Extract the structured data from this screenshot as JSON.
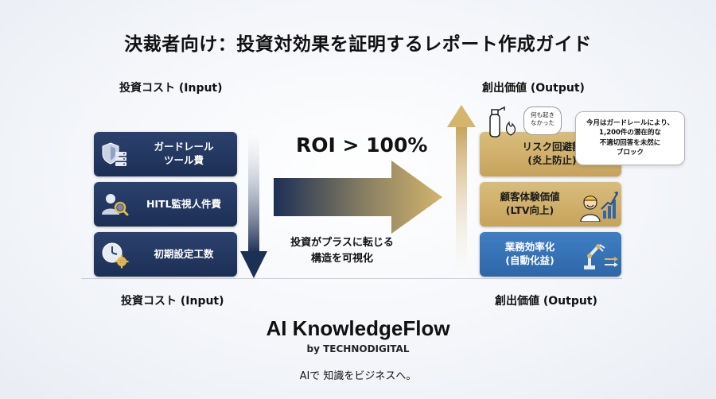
{
  "title": "決裁者向け：投資対効果を証明するレポート作成ガイド",
  "left": {
    "top_label": "投資コスト (Input)",
    "bottom_label": "投資コスト (Input)",
    "cards": [
      {
        "label_line1": "ガードレール",
        "label_line2": "ツール費",
        "icon": "shield-server-icon"
      },
      {
        "label_line1": "HITL監視人件費",
        "label_line2": "",
        "icon": "person-magnifier-icon"
      },
      {
        "label_line1": "初期設定工数",
        "label_line2": "",
        "icon": "clock-gear-icon"
      }
    ]
  },
  "right": {
    "top_label": "創出価値 (Output)",
    "bottom_label": "創出価値 (Output)",
    "cards": [
      {
        "label_line1": "リスク回避額",
        "label_line2": "(炎上防止)",
        "icon": "fire-extinguisher-icon"
      },
      {
        "label_line1": "顧客体験価値",
        "label_line2": "(LTV向上)",
        "icon": "happy-person-chart-icon"
      },
      {
        "label_line1": "業務効率化",
        "label_line2": "(自動化益)",
        "icon": "robot-arm-icon"
      }
    ]
  },
  "center": {
    "roi": "ROI > 100%",
    "note_line1": "投資がプラスに転じる",
    "note_line2": "構造を可視化"
  },
  "bubbles": {
    "small_line1": "何も起き",
    "small_line2": "なかった",
    "large_line1": "今月はガードレールにより、",
    "large_line2": "1,200件の潜在的な",
    "large_line3": "不適切回答を未然に",
    "large_line4": "ブロック"
  },
  "brand": {
    "name": "AI KnowledgeFlow",
    "by": "by TECHNODIGITAL",
    "tagline": "AIで 知識をビジネスへ。"
  },
  "colors": {
    "navy": "#1c2f55",
    "gold": "#c7a35b",
    "blue": "#2e66a8"
  }
}
